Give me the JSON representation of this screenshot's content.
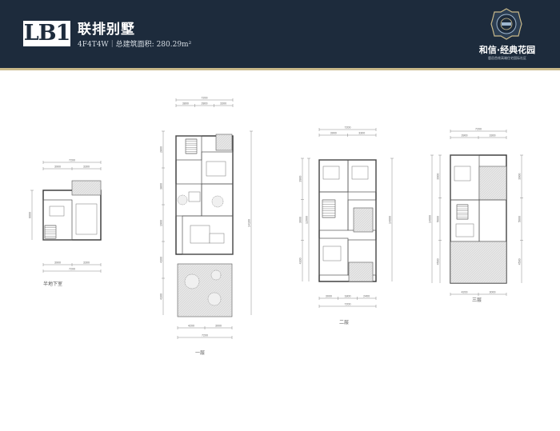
{
  "header": {
    "code": "LB1",
    "title": "联排别墅",
    "subtitle": "4F4T4W｜总建筑面积: 280.29m²",
    "brand": "和信·经典花园",
    "brand_sub": "鹿邑首席高端住宅国际社区",
    "colors": {
      "background": "#1d2b3c",
      "accent": "#c9b98a"
    }
  },
  "plans": [
    {
      "label": "半地下室",
      "dims_top": [
        "7200",
        "3900",
        "3300"
      ],
      "dims_bottom": [
        "3900",
        "3300",
        "7200"
      ],
      "dims_side": [
        "6000"
      ]
    },
    {
      "label": "一层",
      "dims_top": [
        "7200",
        "3800",
        "2800",
        "3300"
      ],
      "dims_bottom": [
        "4200",
        "3000",
        "7200"
      ],
      "dims_side": [
        "2800",
        "3800",
        "1900",
        "4300",
        "4300",
        "14100"
      ]
    },
    {
      "label": "二层",
      "dims_top": [
        "7200",
        "3900",
        "3300"
      ],
      "dims_bottom": [
        "3000",
        "1800",
        "2400",
        "7200"
      ],
      "dims_side": [
        "3900",
        "3600",
        "4300",
        "12000",
        "14000"
      ]
    },
    {
      "label": "三层",
      "dims_top": [
        "7200",
        "3900",
        "3300"
      ],
      "dims_bottom": [
        "4200",
        "3000"
      ],
      "dims_side": [
        "3900",
        "5600",
        "4500",
        "14000"
      ]
    }
  ]
}
